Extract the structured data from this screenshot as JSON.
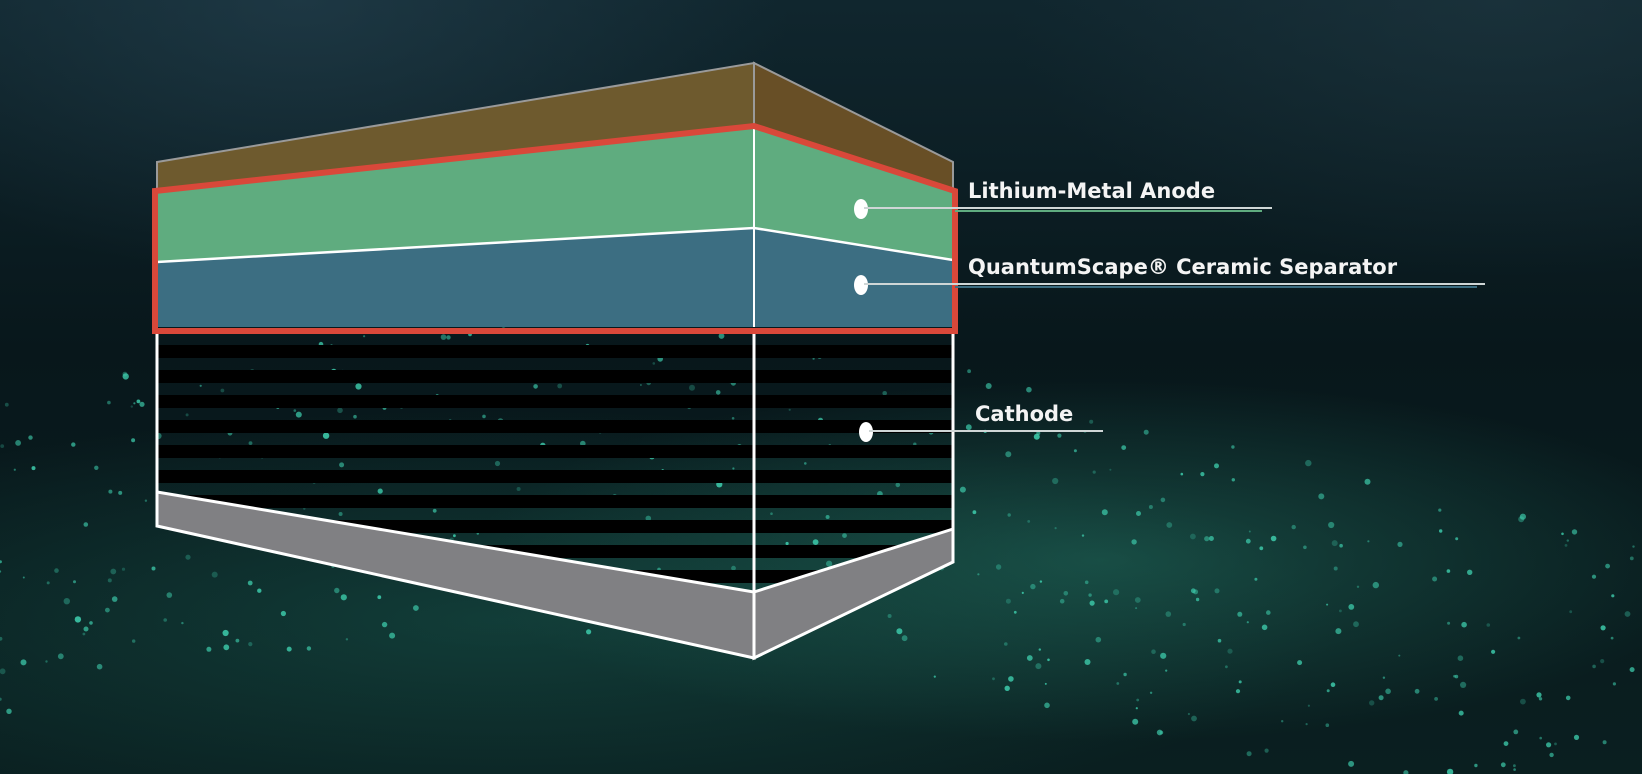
{
  "labels": {
    "anode": "Lithium-Metal Anode",
    "separator": "QuantumScape® Ceramic Separator",
    "cathode": "Cathode"
  },
  "colors": {
    "anode": "#5fac7f",
    "separator": "#3c6e82",
    "top_collector": "#6e5a2e",
    "bottom_collector": "#808083",
    "highlight_outline": "#d9483a",
    "background": "#08171b",
    "particles": "#3fd1b0"
  }
}
